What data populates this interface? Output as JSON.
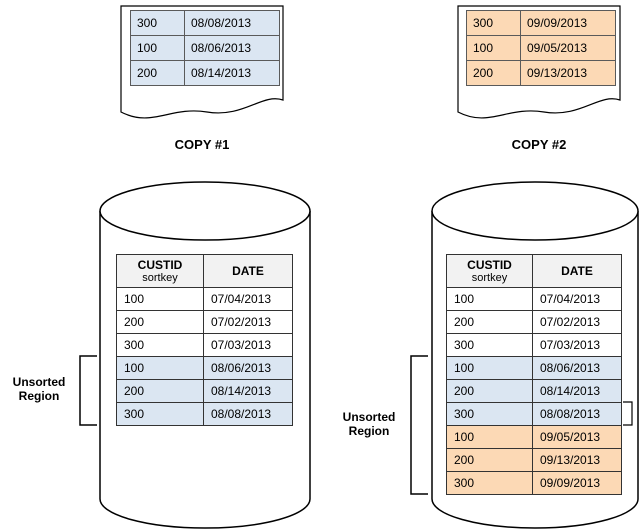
{
  "colors": {
    "blue": "#dbe6f2",
    "orange": "#fcd9b5",
    "header_bg": "#f2f2f2",
    "border": "#333333"
  },
  "left": {
    "copy_label": "COPY #1",
    "copy_rows": [
      [
        "300",
        "08/08/2013"
      ],
      [
        "100",
        "08/06/2013"
      ],
      [
        "200",
        "08/14/2013"
      ]
    ],
    "table": {
      "col1_title": "CUSTID",
      "col1_subtitle": "sortkey",
      "col2_title": "DATE",
      "rows": [
        {
          "custid": "100",
          "date": "07/04/2013",
          "region": "sorted"
        },
        {
          "custid": "200",
          "date": "07/02/2013",
          "region": "sorted"
        },
        {
          "custid": "300",
          "date": "07/03/2013",
          "region": "sorted"
        },
        {
          "custid": "100",
          "date": "08/06/2013",
          "region": "unsorted"
        },
        {
          "custid": "200",
          "date": "08/14/2013",
          "region": "unsorted"
        },
        {
          "custid": "300",
          "date": "08/08/2013",
          "region": "unsorted"
        }
      ]
    },
    "unsorted_label_line1": "Unsorted",
    "unsorted_label_line2": "Region"
  },
  "right": {
    "copy_label": "COPY #2",
    "copy_rows": [
      [
        "300",
        "09/09/2013"
      ],
      [
        "100",
        "09/05/2013"
      ],
      [
        "200",
        "09/13/2013"
      ]
    ],
    "table": {
      "col1_title": "CUSTID",
      "col1_subtitle": "sortkey",
      "col2_title": "DATE",
      "rows": [
        {
          "custid": "100",
          "date": "07/04/2013",
          "region": "sorted"
        },
        {
          "custid": "200",
          "date": "07/02/2013",
          "region": "sorted"
        },
        {
          "custid": "300",
          "date": "07/03/2013",
          "region": "sorted"
        },
        {
          "custid": "100",
          "date": "08/06/2013",
          "region": "unsorted-copy1"
        },
        {
          "custid": "200",
          "date": "08/14/2013",
          "region": "unsorted-copy1"
        },
        {
          "custid": "300",
          "date": "08/08/2013",
          "region": "unsorted-copy1"
        },
        {
          "custid": "100",
          "date": "09/05/2013",
          "region": "unsorted-copy2"
        },
        {
          "custid": "200",
          "date": "09/13/2013",
          "region": "unsorted-copy2"
        },
        {
          "custid": "300",
          "date": "09/09/2013",
          "region": "unsorted-copy2"
        }
      ]
    },
    "unsorted_label_line1": "Unsorted",
    "unsorted_label_line2": "Region"
  }
}
